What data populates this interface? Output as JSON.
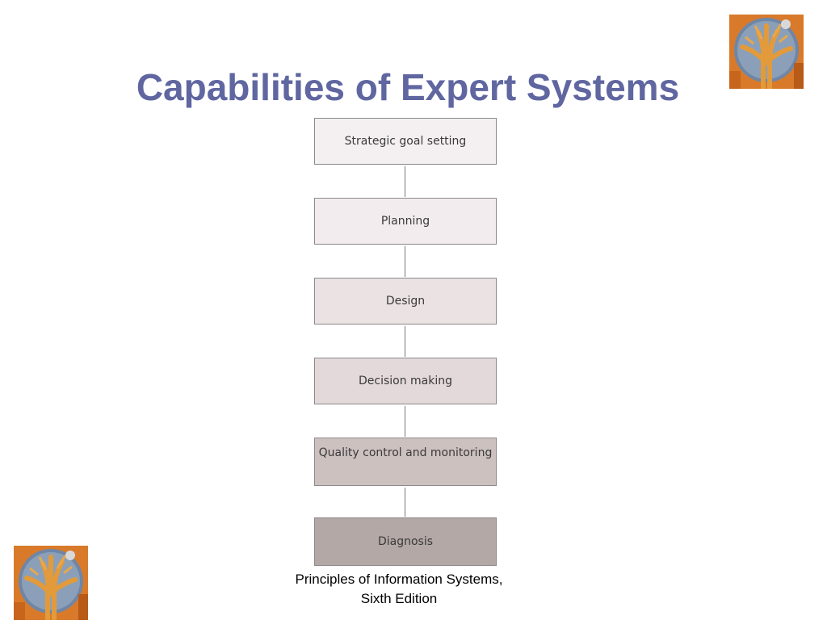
{
  "slide": {
    "title": "Capabilities of Expert Systems"
  },
  "flowchart": {
    "steps": [
      {
        "label": "Strategic goal setting",
        "fill": "#f4f0f1"
      },
      {
        "label": "Planning",
        "fill": "#f2ecee"
      },
      {
        "label": "Design",
        "fill": "#ebe2e4"
      },
      {
        "label": "Decision making",
        "fill": "#e4d9da"
      },
      {
        "label": "Quality control and monitoring",
        "fill": "#cdc1c0"
      },
      {
        "label": "Diagnosis",
        "fill": "#b3a8a6"
      }
    ]
  },
  "footer": {
    "line1": "Principles of Information Systems,",
    "line2": "Sixth Edition"
  },
  "logos": [
    {
      "name": "tree-logo-icon"
    },
    {
      "name": "tree-logo-icon"
    }
  ]
}
